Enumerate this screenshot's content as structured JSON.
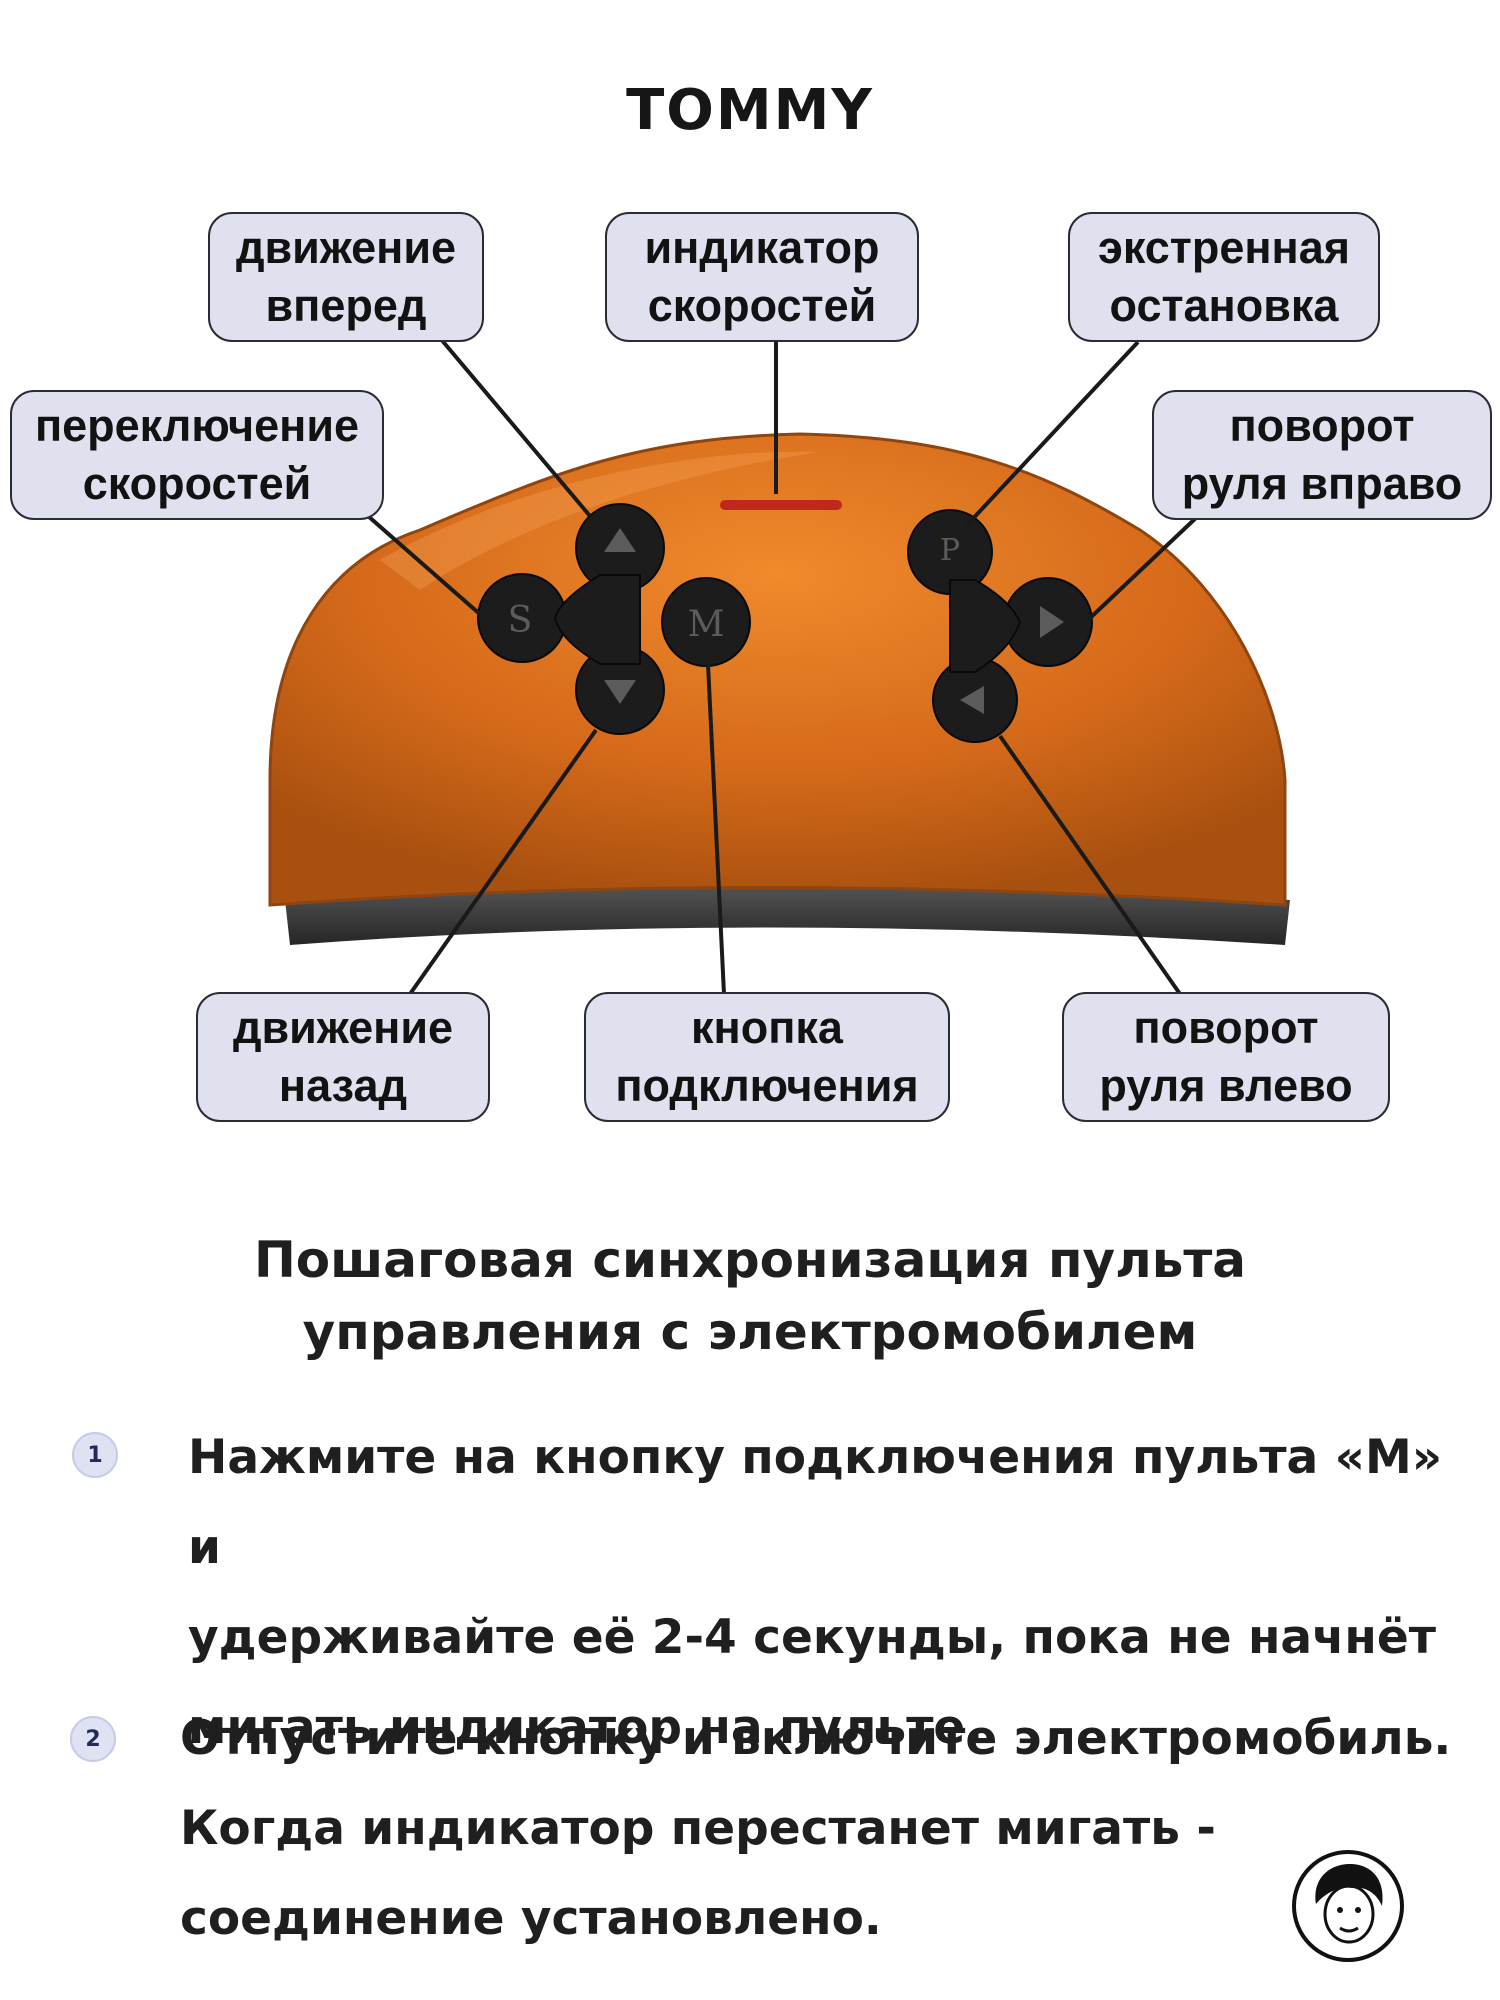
{
  "brand": {
    "name": "TOMMY"
  },
  "remote": {
    "body_color": "#d4691a",
    "base_color": "#3a3a3a",
    "indicator_color": "#c0281d",
    "button_labels": {
      "left_cross_side": "S",
      "center": "M",
      "right_cross_top": "P"
    }
  },
  "callouts": {
    "forward": "движение\nвперед",
    "speed_indicator": "индикатор\nскоростей",
    "emergency_stop": "экстренная\nостановка",
    "speed_switch": "переключение\nскоростей",
    "turn_right": "поворот\nруля вправо",
    "backward": "движение\nназад",
    "connect_button": "кнопка\nподключения",
    "turn_left": "поворот\nруля влево"
  },
  "instructions": {
    "title": "Пошаговая синхронизация пульта\nуправления с электромобилем",
    "steps": [
      {
        "number": "1",
        "text": "Нажмите на кнопку подключения пульта «М» и\nудерживайте её 2-4 секунды, пока не начнёт\nмигать индикатор на пульте."
      },
      {
        "number": "2",
        "text": "Отпустите кнопку и включите электромобиль.\nКогда индикатор перестанет мигать -\nсоединение установлено."
      }
    ]
  }
}
